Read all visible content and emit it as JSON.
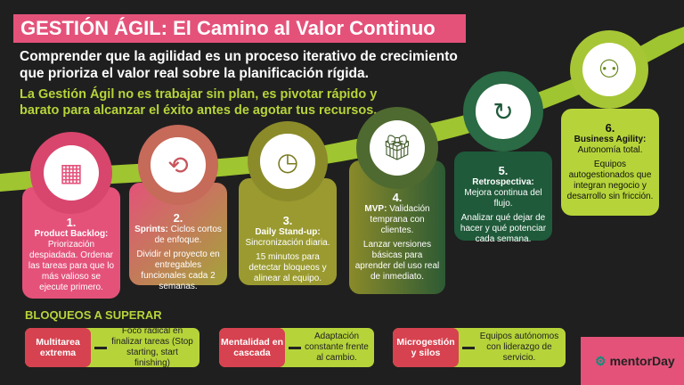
{
  "title": "GESTIÓN ÁGIL: El Camino al Valor Continuo",
  "subtitle": "Comprender que la agilidad es un proceso iterativo de crecimiento que prioriza el valor real sobre la planificación rígida.",
  "tagline": "La Gestión Ágil no es trabajar sin plan, es pivotar rápido y barato para alcanzar el éxito antes de agotar tus recursos.",
  "steps": [
    {
      "num": "1.",
      "name": "Product Backlog:",
      "short": "Priorización despiadada.",
      "desc": "Ordenar las tareas para que lo más valioso se ejecute primero.",
      "icon": "backlog-icon"
    },
    {
      "num": "2.",
      "name": "Sprints:",
      "short": "Ciclos cortos de enfoque.",
      "desc": "Dividir el proyecto en entregables funcionales cada 2 semanas.",
      "icon": "sprint-cycle-icon"
    },
    {
      "num": "3.",
      "name": "Daily Stand-up:",
      "short": "Sincronización diaria.",
      "desc": "15 minutos para detectar bloqueos y alinear al equipo.",
      "icon": "team-clock-icon"
    },
    {
      "num": "4.",
      "name": "MVP:",
      "short": "Validación temprana con clientes.",
      "desc": "Lanzar versiones básicas para aprender del uso real de inmediato.",
      "icon": "gift-icon"
    },
    {
      "num": "5.",
      "name": "Retrospectiva:",
      "short": "Mejora continua del flujo.",
      "desc": "Analizar qué dejar de hacer y qué potenciar cada semana.",
      "icon": "growth-cycle-icon"
    },
    {
      "num": "6.",
      "name": "Business Agility:",
      "short": "Autonomía total.",
      "desc": "Equipos autogestionados que integran negocio y desarrollo sin fricción.",
      "icon": "team-growth-icon"
    }
  ],
  "blockers_title": "BLOQUEOS A SUPERAR",
  "blockers": [
    {
      "problem": "Multitarea extrema",
      "solution": "Foco radical en finalizar tareas (Stop starting, start finishing)"
    },
    {
      "problem": "Mentalidad en cascada",
      "solution": "Adaptación constante frente al cambio."
    },
    {
      "problem": "Microgestión y silos",
      "solution": "Equipos autónomos con liderazgo de servicio."
    }
  ],
  "logo": "mentorDay",
  "colors": {
    "pink": "#e4527a",
    "lime": "#b6d43a",
    "red": "#d6424f",
    "green": "#1f5a3a"
  }
}
